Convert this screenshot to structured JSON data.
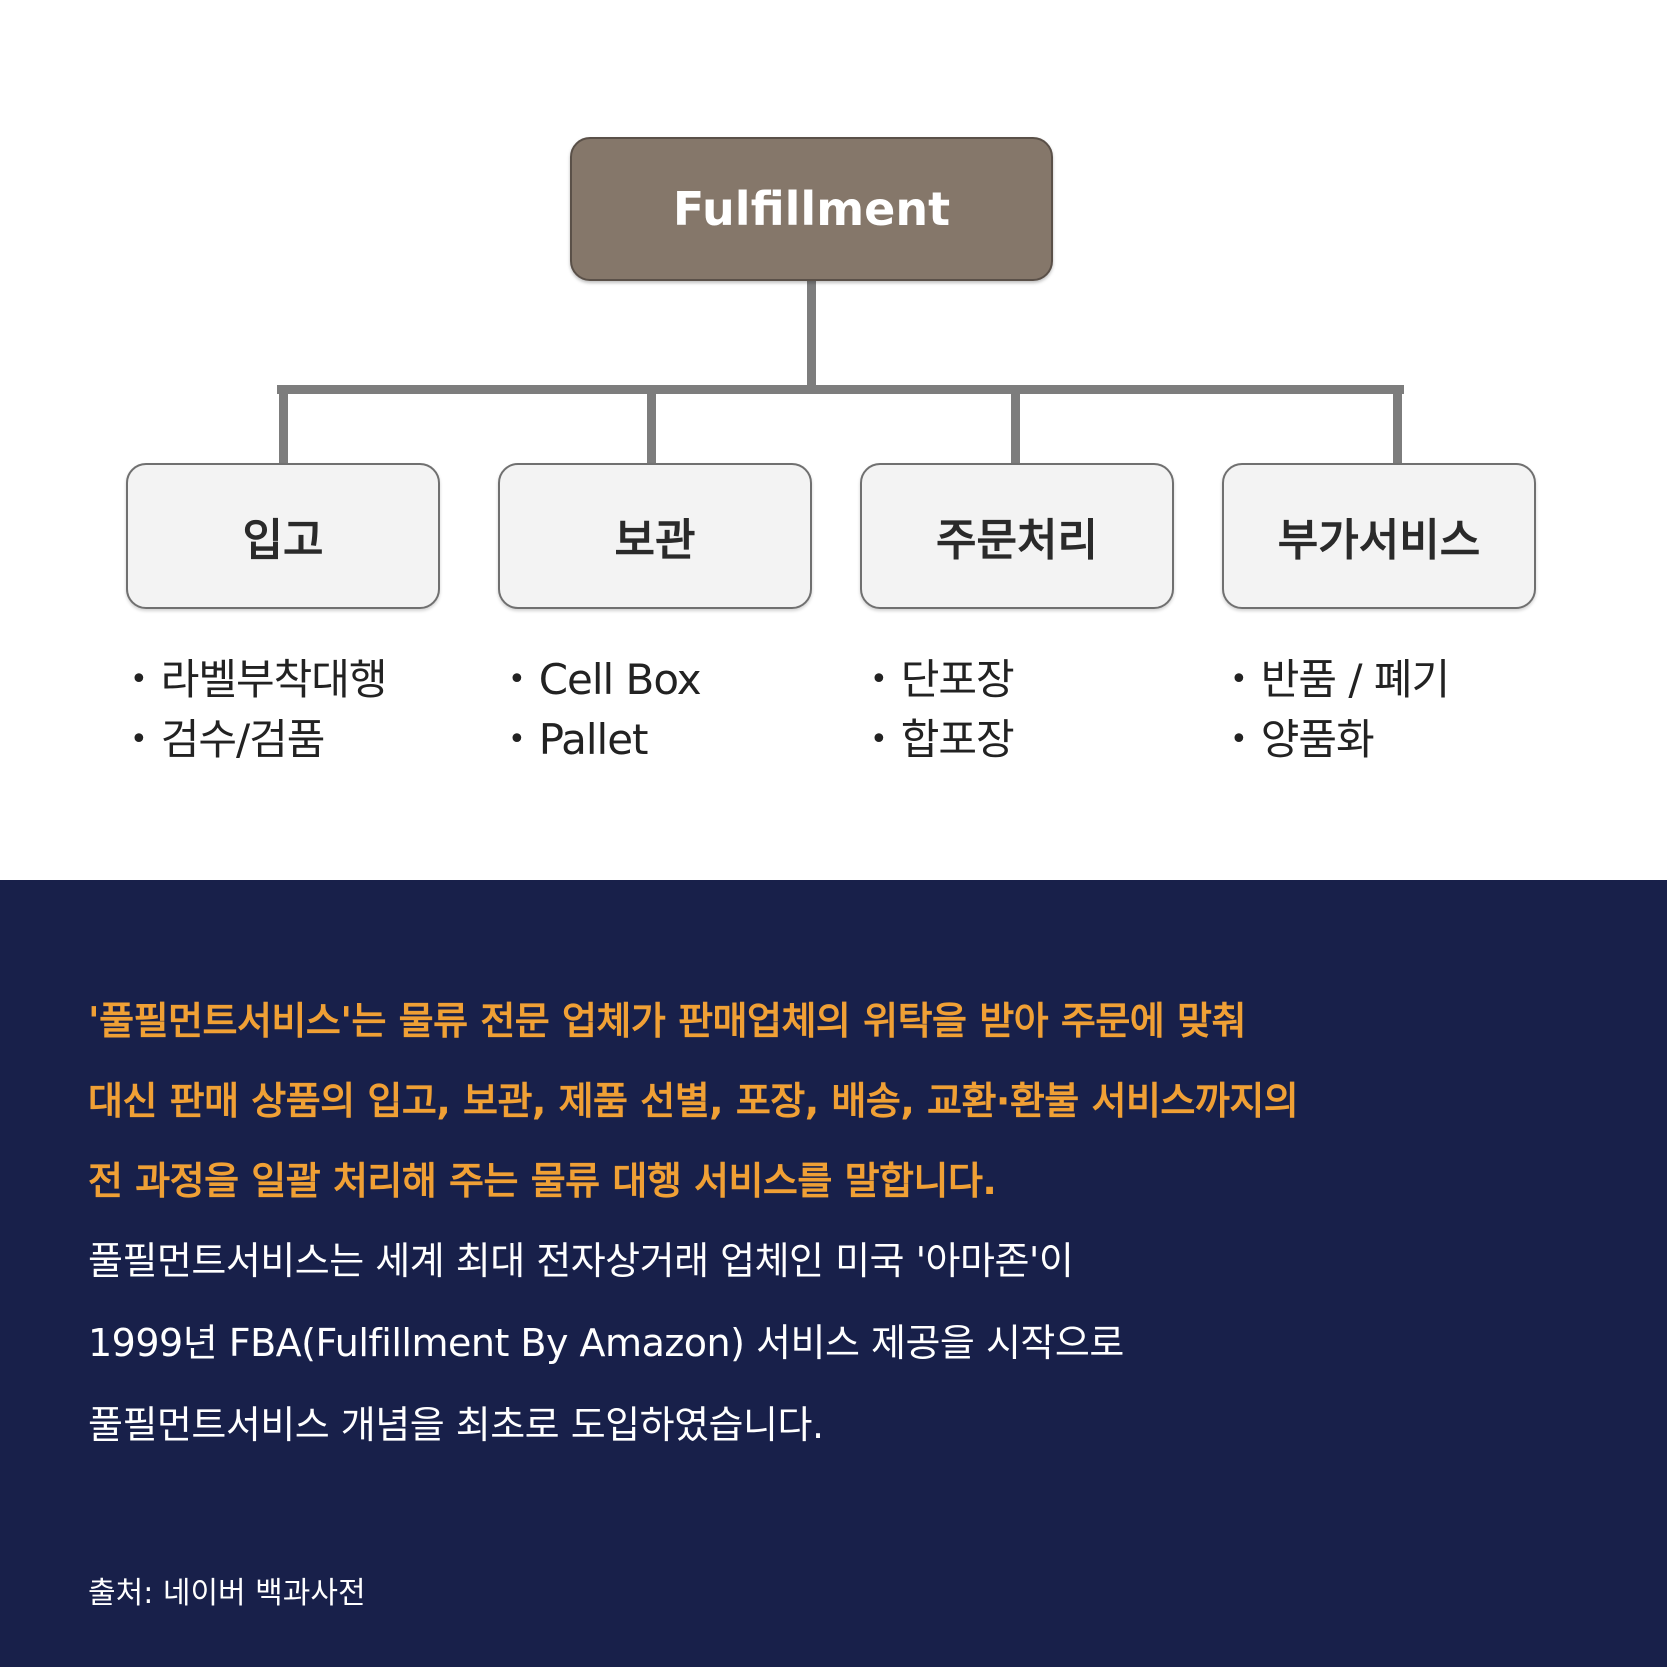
{
  "diagram": {
    "root": {
      "label": "Fulfillment"
    },
    "nodes": [
      {
        "label": "입고",
        "bullets": [
          "라벨부착대행",
          "검수/검품"
        ]
      },
      {
        "label": "보관",
        "bullets": [
          "Cell Box",
          "Pallet"
        ]
      },
      {
        "label": "주문처리",
        "bullets": [
          "단포장",
          "합포장"
        ]
      },
      {
        "label": "부가서비스",
        "bullets": [
          "반품 / 폐기",
          "양품화"
        ]
      }
    ],
    "bullet_symbol": "•"
  },
  "description": {
    "highlight_lines": [
      "'풀필먼트서비스'는 물류 전문 업체가 판매업체의 위탁을 받아 주문에 맞춰",
      "대신 판매 상품의 입고, 보관, 제품 선별, 포장, 배송, 교환·환불 서비스까지의",
      "전 과정을 일괄 처리해 주는 물류 대행 서비스를 말합니다."
    ],
    "body_lines": [
      "풀필먼트서비스는 세계 최대 전자상거래 업체인 미국 '아마존'이",
      "1999년 FBA(Fulfillment By Amazon) 서비스 제공을 시작으로",
      "풀필먼트서비스 개념을 최초로 도입하였습니다."
    ],
    "source": "출처: 네이버 백과사전"
  },
  "colors": {
    "root_fill": "#85776a",
    "node_fill": "#f3f3f3",
    "connector": "#7d7d7d",
    "panel_background": "#18204a",
    "highlight_text": "#f0a035",
    "body_text": "#ffffff"
  }
}
